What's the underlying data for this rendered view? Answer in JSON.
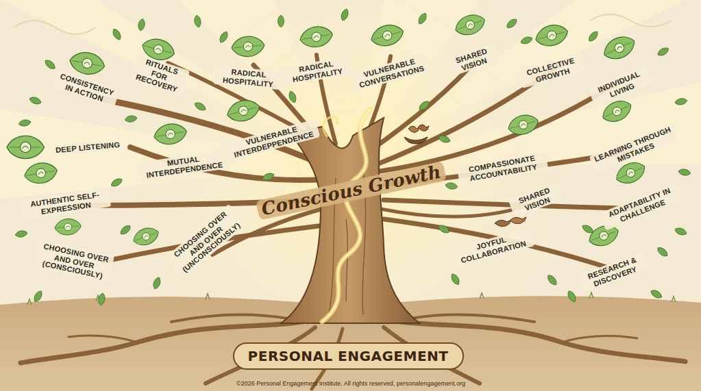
{
  "diagram": {
    "nodes": [
      {
        "text": [
          "PERSONAL ENGAGEMENT"
        ]
      }
    ],
    "labels": [
      "CONSISTENCY IN ACTION",
      "RITUALS FOR RECOVERY",
      "RADICAL HOSPITALITY",
      "RADICAL HOSPITALITY",
      "VULNERABLE CONVERSATIONS",
      "SHARED VISION",
      "COLLECTIVE GROWTH",
      "INDIVIDUAL LIVING",
      "DEEP LISTENING",
      "MUTUAL INTERDEPENDENCE",
      "VULNERABLE INTERDEPPENDENCE",
      "COMPASSIONATE ACCOUNTABILITY",
      "LEARNING THROUGH MISTAKES",
      "AUTHENTIC SELF-EXPRESSION",
      "SHARED VISION",
      "ADAPTABILITY IN CHALLENGE",
      "CHOOSING OVER AND OVER (CONSCIOUSLY)",
      "CHOOSING OVER AND OVER (UNCONSCIOUSLY)",
      "JOYFUL COLLABORATION",
      "RESEARCH & DISCOVERY",
      "Conscious Growth",
      "©2026 Personal Engagement Institute. All rights reserved, personalengagement.org"
    ]
  }
}
